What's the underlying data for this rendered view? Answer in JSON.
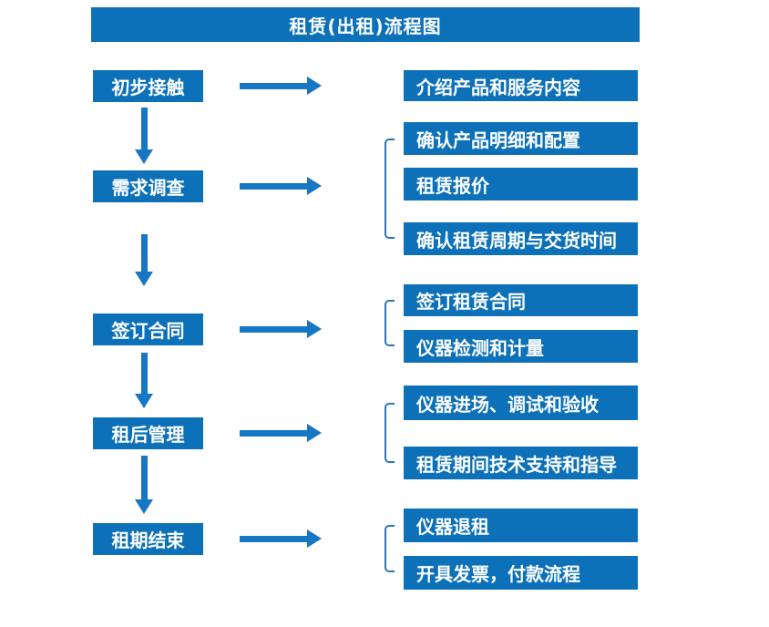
{
  "title": "租赁(出租)流程图",
  "colors": {
    "box_blue": "#0d71ba",
    "arrow_blue": "#1777c4",
    "bracket_blue": "#2e74b5",
    "text_white": "#ffffff"
  },
  "flow": {
    "steps": [
      {
        "label": "初步接触",
        "outputs": [
          "介绍产品和服务内容"
        ]
      },
      {
        "label": "需求调查",
        "outputs": [
          "确认产品明细和配置",
          "租赁报价",
          "确认租赁周期与交货时间"
        ]
      },
      {
        "label": "签订合同",
        "outputs": [
          "签订租赁合同",
          "仪器检测和计量"
        ]
      },
      {
        "label": "租后管理",
        "outputs": [
          "仪器进场、调试和验收",
          "租赁期间技术支持和指导"
        ]
      },
      {
        "label": "租期结束",
        "outputs": [
          "仪器退租",
          "开具发票，付款流程"
        ]
      }
    ]
  }
}
